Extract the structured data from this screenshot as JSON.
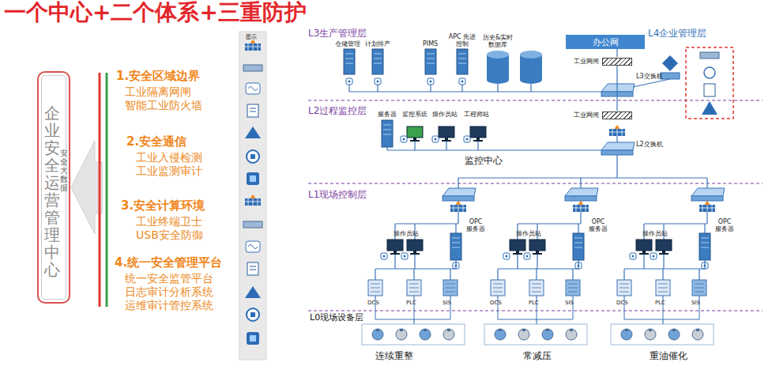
{
  "diagram": {
    "title": "一个中心+二个体系+三重防护",
    "nodes": [
      {
        "text": [
          "企业安全运营管理中心",
          "安全大数据"
        ]
      },
      {
        "text": [
          "办公网"
        ]
      },
      {
        "text": [
          "工业网闸"
        ]
      },
      {
        "text": [
          "工业网闸"
        ]
      }
    ],
    "edges": [
      {
        "from": 1,
        "to": 2,
        "arrow": "none"
      },
      {
        "from": 2,
        "to": 3,
        "arrow": "none"
      }
    ],
    "labels": [
      "1.安全区域边界",
      "工业隔离网闸",
      "智能工业防火墙",
      "2.安全通信",
      "工业入侵检测",
      "工业监测审计",
      "3.安全计算环境",
      "工业终端卫士",
      "USB安全防御",
      "4.统一安全管理平台",
      "统一安全监管平台",
      "日志审计分析系统",
      "运维审计管控系统",
      "图示",
      "L3生产管理层",
      "仓储管理",
      "计划排产",
      "PIMS",
      "APC 先进控制",
      "历史&实时 数据库",
      "L3交换机",
      "L4企业管理层",
      "L2过程监控层",
      "服务器",
      "监控系统",
      "操作员站",
      "工程师站",
      "监控中心",
      "L2交换机",
      "L1现场控制层",
      "操作员站",
      "OPC 服务器",
      "操作员站",
      "OPC 服务器",
      "操作员站",
      "OPC 服务器",
      "DCS",
      "PLC",
      "SIS",
      "DCS",
      "PLC",
      "SIS",
      "DCS",
      "PLC",
      "SIS",
      "L0现场设备层",
      "连续重整",
      "常减压",
      "重油催化"
    ]
  }
}
